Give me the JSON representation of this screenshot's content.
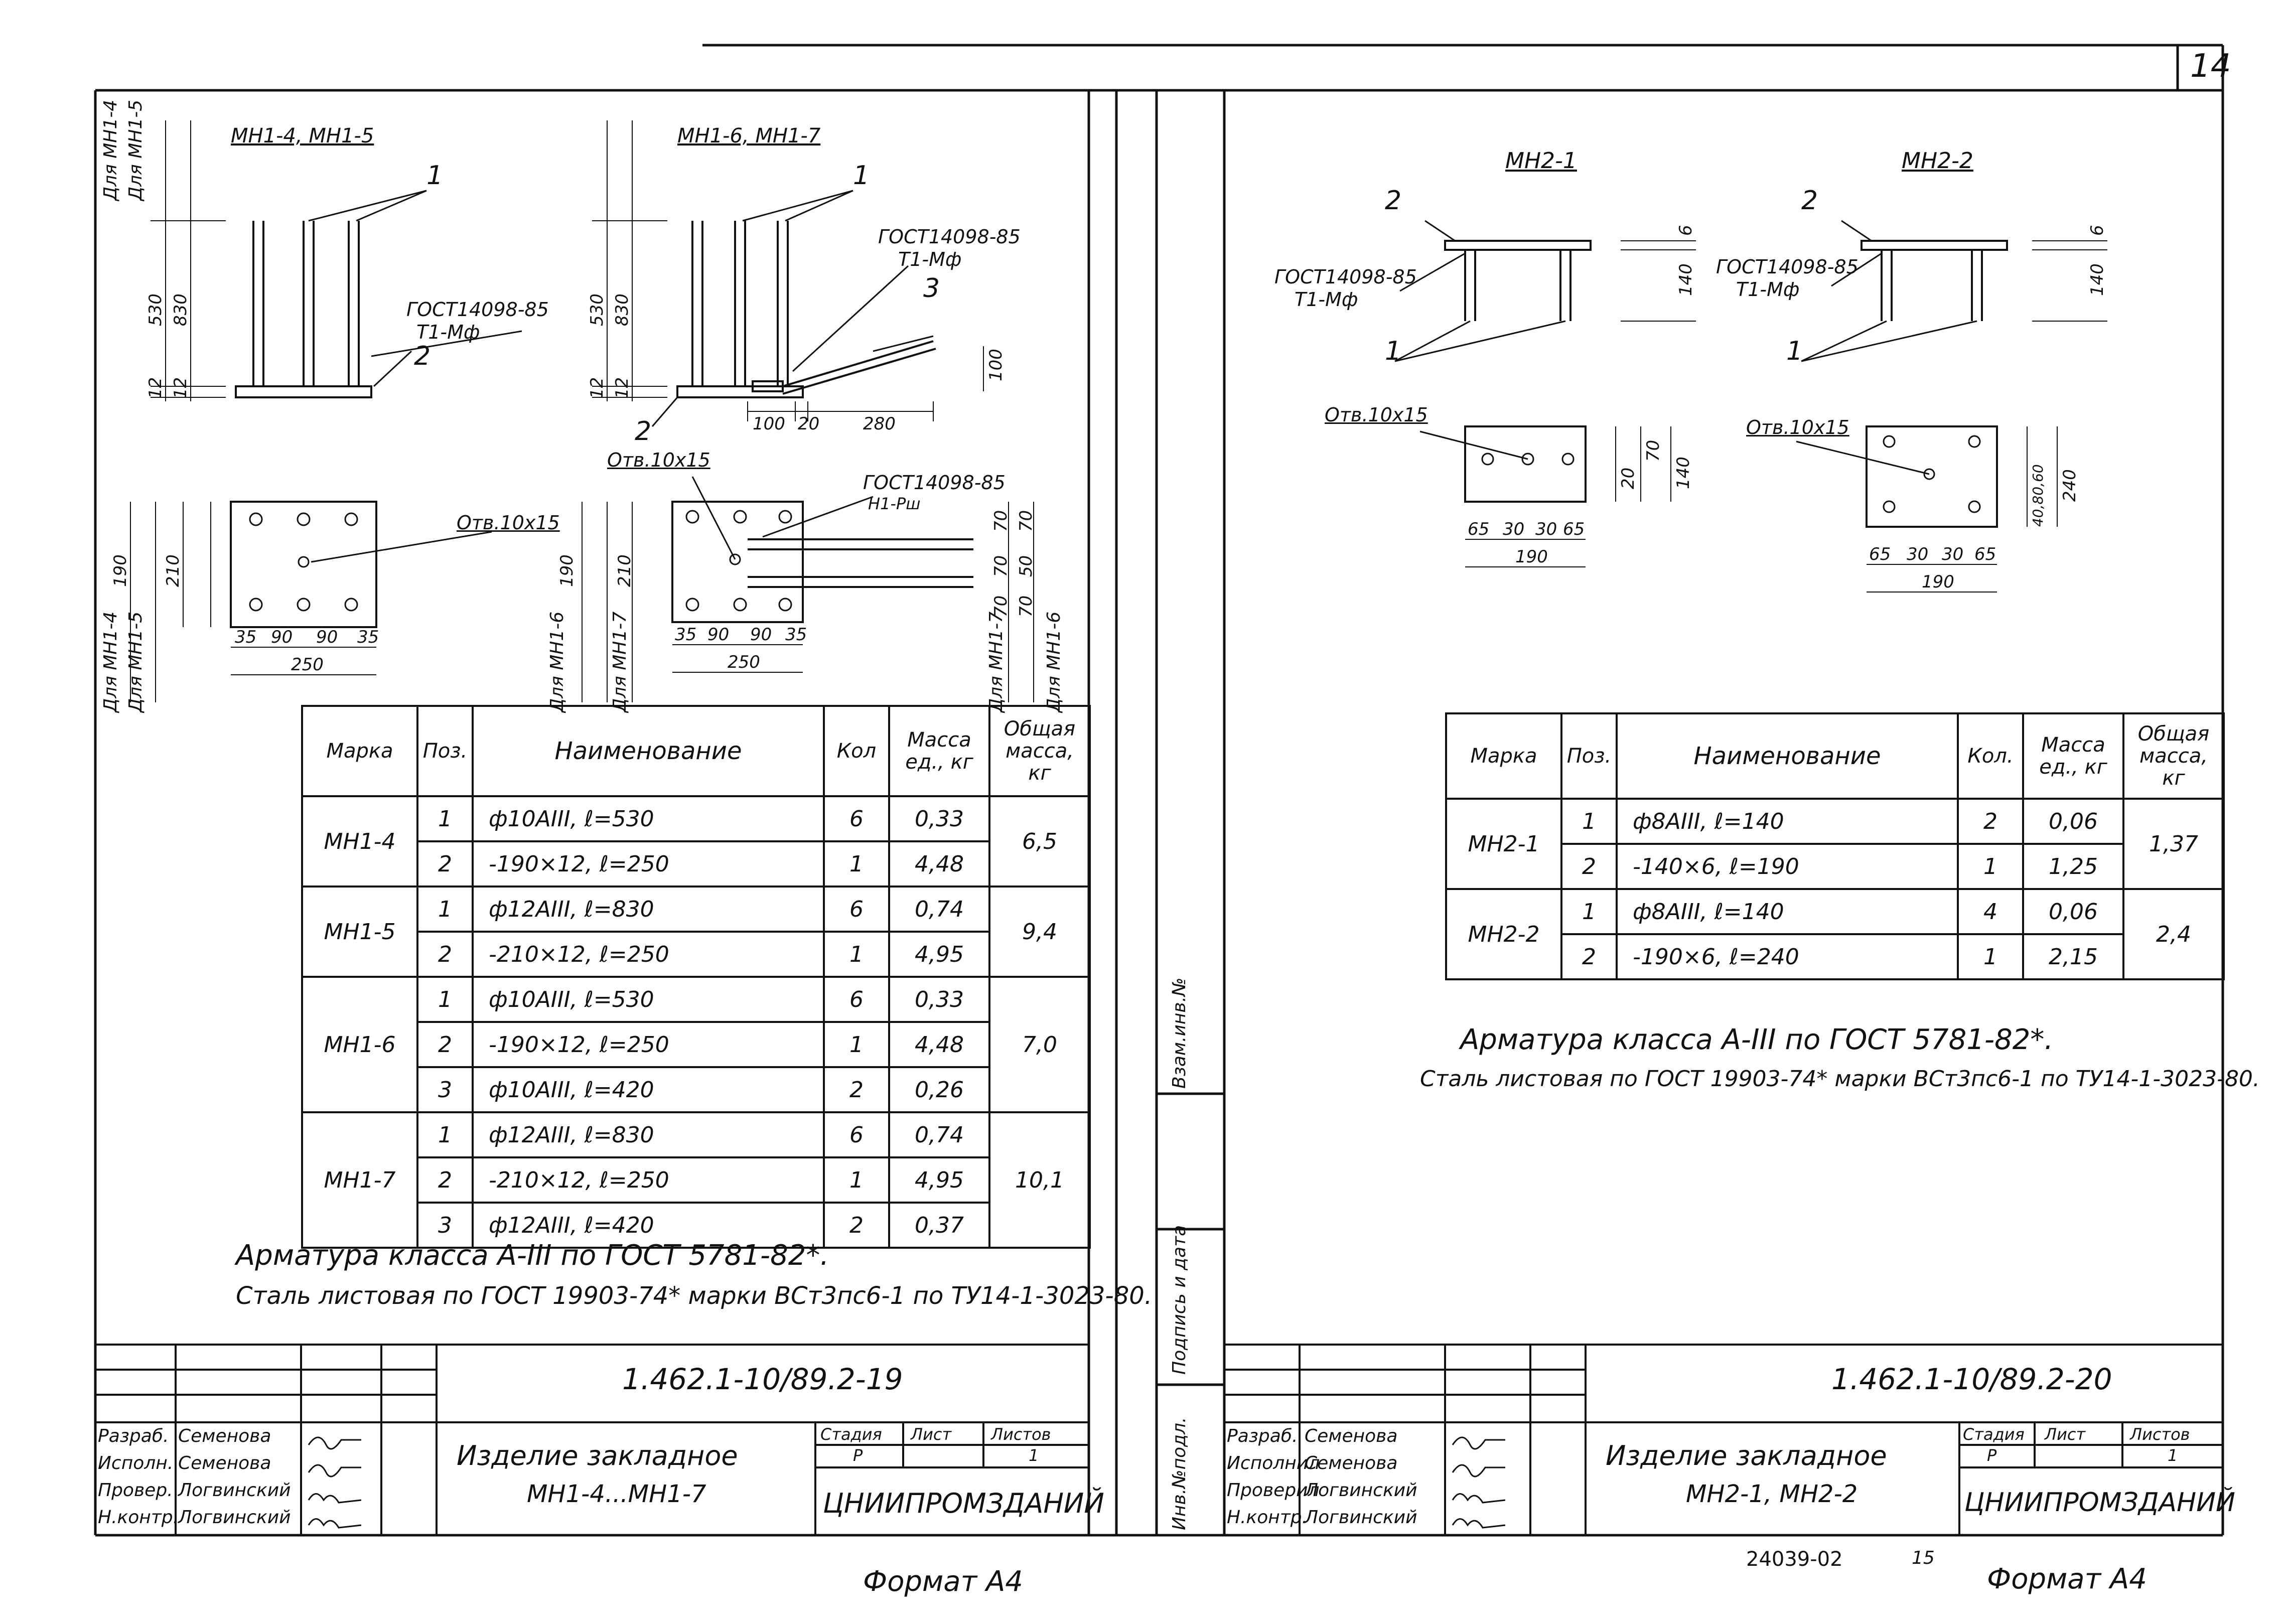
{
  "page_number": "14",
  "sheet_left": {
    "views": {
      "group_a_title": "МН1-4, МН1-5",
      "group_b_title": "МН1-6, МН1-7",
      "callout_1a": "1",
      "callout_1b": "1",
      "callout_2a": "2",
      "callout_2b": "2",
      "callout_3": "3",
      "weld_gost_a": "ГОСТ14098-85",
      "weld_type_a": "Т1-Мф",
      "weld_gost_b": "ГОСТ14098-85",
      "weld_type_b": "Т1-Мф",
      "weld_gost_c": "ГОСТ14098-85",
      "weld_type_c": "Н1-Рш",
      "hole_a": "Отв.10х15",
      "hole_b": "Отв.10х15",
      "for_mn14": "Для МН1-4",
      "for_mn15": "Для МН1-5",
      "for_mn16": "Для МН1-6",
      "for_mn17": "Для МН1-7",
      "dims": {
        "h530a": "530",
        "h830a": "830",
        "h12a": "12",
        "h12b": "12",
        "h530b": "530",
        "h830b": "830",
        "h12c": "12",
        "h12d": "12",
        "d100": "100",
        "d20": "20",
        "d280": "280",
        "d100v": "100",
        "w35a": "35",
        "w90a": "90",
        "w90b": "90",
        "w35b": "35",
        "w250a": "250",
        "w35c": "35",
        "w90c": "90",
        "w90d": "90",
        "w35d": "35",
        "w250b": "250",
        "v190a": "190",
        "v210a": "210",
        "v190b": "190",
        "v210b": "210",
        "v70a": "70",
        "v70b": "70",
        "v70c": "70",
        "v70d": "70",
        "v50": "50",
        "v70e": "70"
      }
    },
    "table": {
      "headers": [
        "Марка",
        "Поз.",
        "Наименование",
        "Кол",
        "Масса ед., кг",
        "Общая масса, кг"
      ],
      "rows": [
        {
          "mark": "МН1-4",
          "pos": "1",
          "name": "ф10АIII,  ℓ=530",
          "qty": "6",
          "mass": "0,33",
          "total": "6,5"
        },
        {
          "mark": "",
          "pos": "2",
          "name": "-190×12,  ℓ=250",
          "qty": "1",
          "mass": "4,48",
          "total": ""
        },
        {
          "mark": "МН1-5",
          "pos": "1",
          "name": "ф12АIII,  ℓ=830",
          "qty": "6",
          "mass": "0,74",
          "total": "9,4"
        },
        {
          "mark": "",
          "pos": "2",
          "name": "-210×12,  ℓ=250",
          "qty": "1",
          "mass": "4,95",
          "total": ""
        },
        {
          "mark": "МН1-6",
          "pos": "1",
          "name": "ф10АIII,  ℓ=530",
          "qty": "6",
          "mass": "0,33",
          "total": "7,0"
        },
        {
          "mark": "",
          "pos": "2",
          "name": "-190×12,  ℓ=250",
          "qty": "1",
          "mass": "4,48",
          "total": ""
        },
        {
          "mark": "",
          "pos": "3",
          "name": "ф10АIII,  ℓ=420",
          "qty": "2",
          "mass": "0,26",
          "total": ""
        },
        {
          "mark": "МН1-7",
          "pos": "1",
          "name": "ф12АIII,  ℓ=830",
          "qty": "6",
          "mass": "0,74",
          "total": "10,1"
        },
        {
          "mark": "",
          "pos": "2",
          "name": "-210×12,  ℓ=250",
          "qty": "1",
          "mass": "4,95",
          "total": ""
        },
        {
          "mark": "",
          "pos": "3",
          "name": "ф12АIII,  ℓ=420",
          "qty": "2",
          "mass": "0,37",
          "total": ""
        }
      ]
    },
    "note1": "Арматура класса А-III по ГОСТ 5781-82*.",
    "note2": "Сталь листовая по ГОСТ 19903-74* марки ВСт3пс6-1 по ТУ14-1-3023-80.",
    "title_block": {
      "doc_code": "1.462.1-10/89.2-19",
      "product_line1": "Изделие закладное",
      "product_line2": "МН1-4...МН1-7",
      "stage_label": "Стадия",
      "sheet_label": "Лист",
      "sheets_label": "Листов",
      "stage": "Р",
      "sheet": "1",
      "org": "ЦНИИПРОМЗДАНИЙ",
      "roles": [
        {
          "role": "Разраб.",
          "name": "Семенова"
        },
        {
          "role": "Исполн.",
          "name": "Семенова"
        },
        {
          "role": "Провер.",
          "name": "Логвинский"
        },
        {
          "role": "Н.контр.",
          "name": "Логвинский"
        }
      ]
    },
    "format": "Формат А4"
  },
  "side_strip": {
    "label1": "Взам.инв.№",
    "label2": "Подпись и дата",
    "label3": "Инв.№подл."
  },
  "sheet_right": {
    "views": {
      "title_a": "МН2-1",
      "title_b": "МН2-2",
      "callout_2a": "2",
      "callout_2b": "2",
      "callout_1a": "1",
      "callout_1b": "1",
      "weld_gost_a": "ГОСТ14098-85",
      "weld_type_a": "Т1-Мф",
      "weld_gost_b": "ГОСТ14098-85",
      "weld_type_b": "Т1-Мф",
      "hole_a": "Отв.10х15",
      "hole_b": "Отв.10х15",
      "dims": {
        "t6a": "6",
        "h140a": "140",
        "t6b": "6",
        "h140b": "140",
        "v20": "20",
        "v70": "70",
        "v140": "140",
        "w65a": "65",
        "w30a": "30",
        "w30b": "30",
        "w65b": "65",
        "w190a": "190",
        "v40": "40",
        "v80": "80",
        "v60": "60",
        "v240": "240",
        "w65c": "65",
        "w30c": "30",
        "w30d": "30",
        "w65d": "65",
        "w190b": "190"
      }
    },
    "table": {
      "headers": [
        "Марка",
        "Поз.",
        "Наименование",
        "Кол.",
        "Масса ед., кг",
        "Общая масса, кг"
      ],
      "rows": [
        {
          "mark": "МН2-1",
          "pos": "1",
          "name": "ф8АIII,   ℓ=140",
          "qty": "2",
          "mass": "0,06",
          "total": "1,37"
        },
        {
          "mark": "",
          "pos": "2",
          "name": "-140×6,   ℓ=190",
          "qty": "1",
          "mass": "1,25",
          "total": ""
        },
        {
          "mark": "МН2-2",
          "pos": "1",
          "name": "ф8АIII,   ℓ=140",
          "qty": "4",
          "mass": "0,06",
          "total": "2,4"
        },
        {
          "mark": "",
          "pos": "2",
          "name": "-190×6,   ℓ=240",
          "qty": "1",
          "mass": "2,15",
          "total": ""
        }
      ]
    },
    "note1": "Арматура класса А-III по ГОСТ 5781-82*.",
    "note2": "Сталь листовая по ГОСТ 19903-74* марки ВСт3пс6-1 по ТУ14-1-3023-80.",
    "title_block": {
      "doc_code": "1.462.1-10/89.2-20",
      "product_line1": "Изделие закладное",
      "product_line2": "МН2-1, МН2-2",
      "stage_label": "Стадия",
      "sheet_label": "Лист",
      "sheets_label": "Листов",
      "stage": "Р",
      "sheet": "1",
      "org": "ЦНИИПРОМЗДАНИЙ",
      "roles": [
        {
          "role": "Разраб.",
          "name": "Семенова"
        },
        {
          "role": "Исполнил",
          "name": "Семенова"
        },
        {
          "role": "Проверил",
          "name": "Логвинский"
        },
        {
          "role": "Н.контр.",
          "name": "Логвинский"
        }
      ]
    },
    "archive_no": "24039-02",
    "archive_page": "15",
    "format": "Формат А4"
  }
}
